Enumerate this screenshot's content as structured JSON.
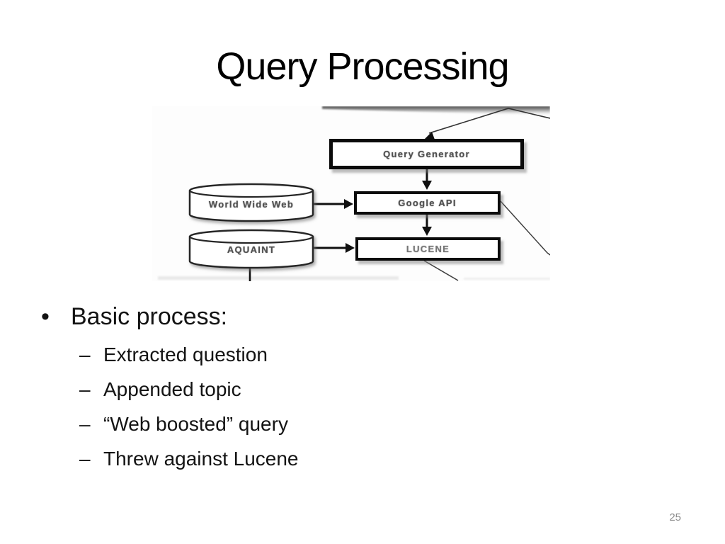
{
  "slide": {
    "title": "Query Processing",
    "page_number": "25"
  },
  "diagram": {
    "nodes": {
      "query_generator": "Query Generator",
      "google_api": "Google API",
      "lucene": "LUCENE",
      "world_wide_web": "World Wide Web",
      "aquaint": "AQUAINT"
    },
    "flow": [
      "Query Generator -> Google API",
      "World Wide Web -> Google API",
      "Google API -> LUCENE",
      "AQUAINT -> LUCENE"
    ]
  },
  "bullets": {
    "level1_marker": "•",
    "level1": "Basic process:",
    "level2_marker": "–",
    "items": [
      "Extracted question",
      "Appended topic",
      "“Web boosted” query",
      "Threw against Lucene"
    ]
  },
  "colors": {
    "background": "#ffffff",
    "title_text": "#000000",
    "body_text": "#131313",
    "diagram_box_border": "#0b0b0b",
    "diagram_label_text": "#4f4f4f",
    "page_number_text": "#8a8a8a"
  }
}
